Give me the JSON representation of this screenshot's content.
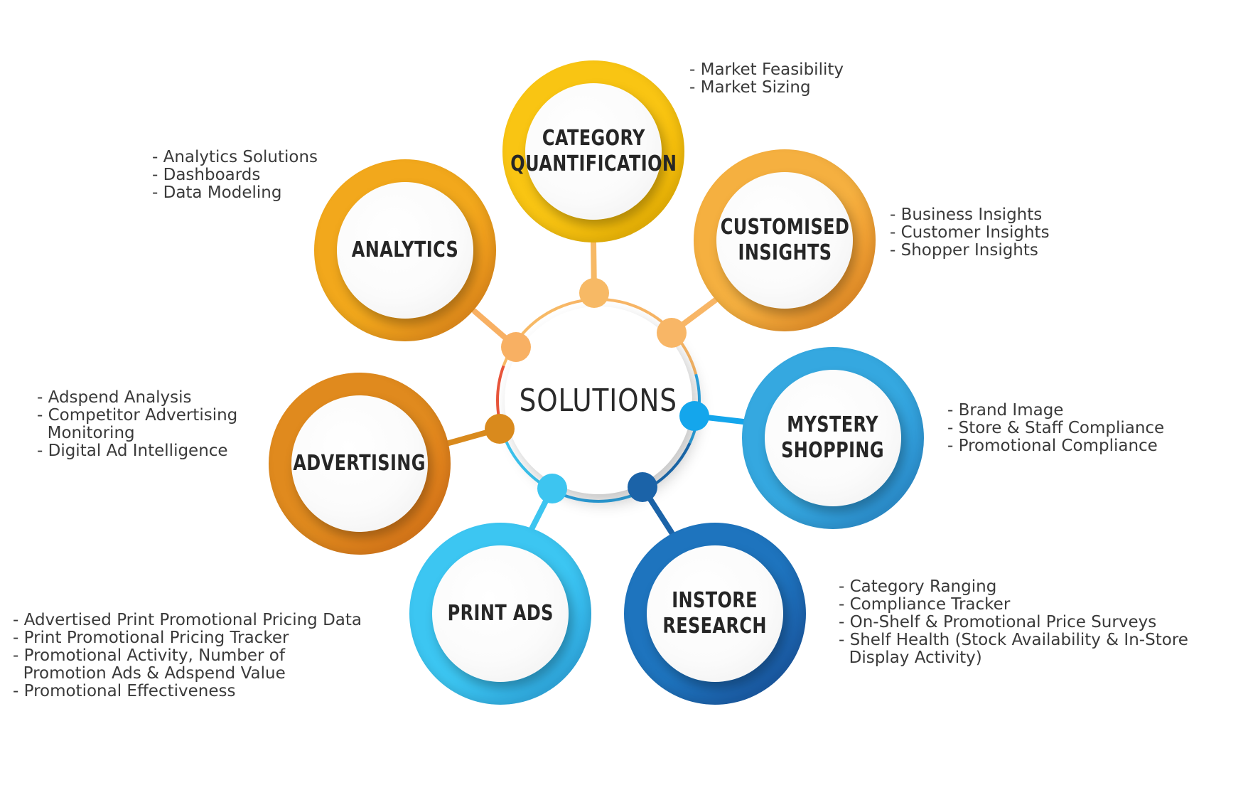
{
  "center": {
    "label": "SOLUTIONS"
  },
  "nodes": [
    {
      "id": "category-quantification",
      "label": "CATEGORY\nQUANTIFICATION",
      "ring_color": "#F9C513",
      "ring_shade": "#F5B800",
      "dot_color": "#F7B965",
      "bullets": [
        "- Market Feasibility",
        "- Market Sizing"
      ]
    },
    {
      "id": "customised-insights",
      "label": "CUSTOMISED\nINSIGHTS",
      "ring_color": "#F5B040",
      "ring_shade": "#F08A20",
      "dot_color": "#F8B666",
      "bullets": [
        "- Business Insights",
        "- Customer Insights",
        "- Shopper Insights"
      ]
    },
    {
      "id": "mystery-shopping",
      "label": "MYSTERY\nSHOPPING",
      "ring_color": "#35A8E0",
      "ring_shade": "#2B8ED6",
      "dot_color": "#14A6EC",
      "bullets": [
        "- Brand Image",
        "- Store & Staff Compliance",
        "- Promotional Compliance"
      ]
    },
    {
      "id": "instore-research",
      "label": "INSTORE\nRESEARCH",
      "ring_color": "#1E74BE",
      "ring_shade": "#1B55A4",
      "dot_color": "#1B63A8",
      "bullets": [
        "- Category Ranging",
        "- Compliance Tracker",
        "- On-Shelf & Promotional Price Surveys",
        "- Shelf Health (Stock Availability & In-Store",
        "  Display Activity)"
      ]
    },
    {
      "id": "print-ads",
      "label": "PRINT ADS",
      "ring_color": "#3CC6F2",
      "ring_shade": "#2DA8E8",
      "dot_color": "#3DC5F0",
      "bullets": [
        "- Advertised Print Promotional Pricing Data",
        "- Print Promotional Pricing Tracker",
        "- Promotional Activity, Number of",
        "  Promotion Ads & Adspend Value",
        "- Promotional Effectiveness"
      ]
    },
    {
      "id": "advertising",
      "label": "ADVERTISING",
      "ring_color": "#E08A1E",
      "ring_shade": "#EA7A1A",
      "dot_color": "#D98A1D",
      "bullets": [
        "- Adspend Analysis",
        "- Competitor Advertising",
        "  Monitoring",
        "- Digital Ad Intelligence"
      ]
    },
    {
      "id": "analytics",
      "label": "ANALYTICS",
      "ring_color": "#F2A81C",
      "ring_shade": "#EE8A1E",
      "dot_color": "#F8B063",
      "bullets": [
        "- Analytics Solutions",
        "- Dashboards",
        "- Data Modeling"
      ]
    }
  ]
}
